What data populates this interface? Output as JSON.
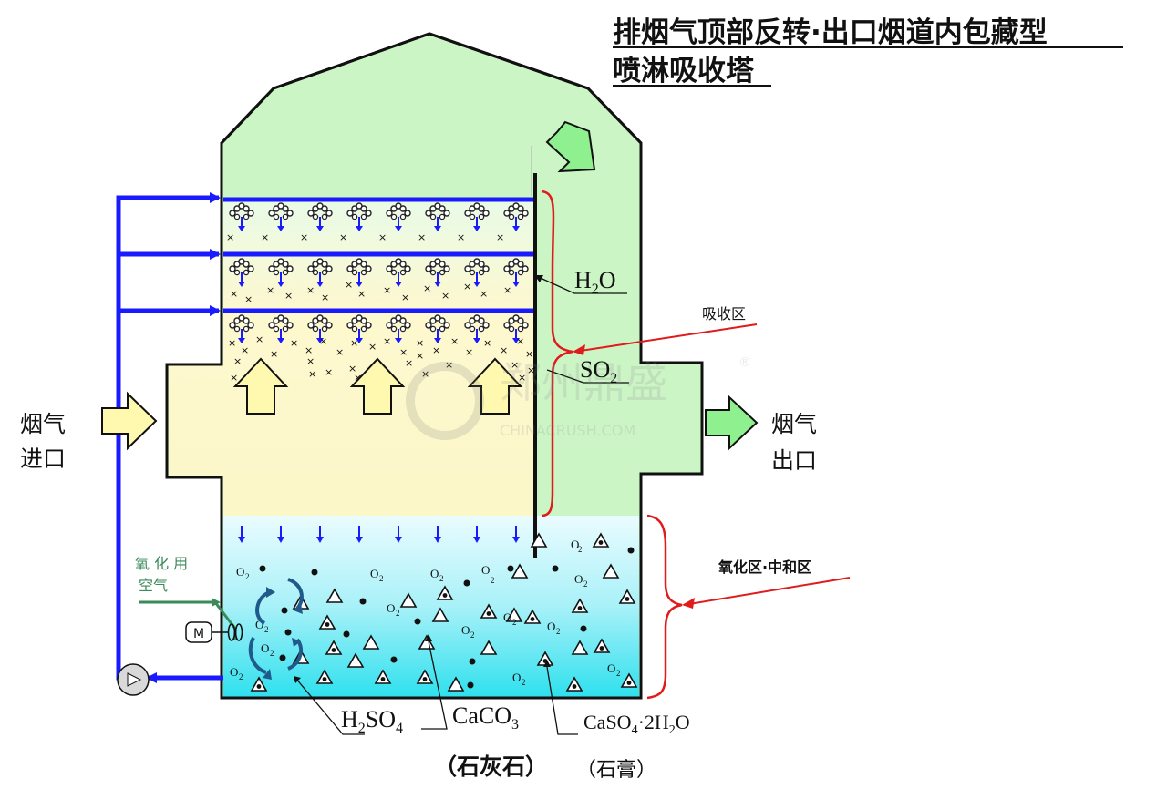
{
  "title": {
    "line1": "排烟气顶部反转·出口烟道内包藏型",
    "line2": "喷淋吸收塔"
  },
  "labels": {
    "inlet_line1": "烟气",
    "inlet_line2": "进口",
    "outlet_line1": "烟气",
    "outlet_line2": "出口",
    "absorption_zone": "吸收区",
    "oxidation_zone": "氧化区·中和区",
    "air_line1": "氧 化 用",
    "air_line2": "空气",
    "motor": "M",
    "h2o": "H",
    "h2o_sub": "2",
    "h2o_tail": "O",
    "so2": "SO",
    "so2_sub": "2",
    "h2so4_a": "H",
    "h2so4_sub1": "2",
    "h2so4_b": "SO",
    "h2so4_sub2": "4",
    "caco3_a": "CaCO",
    "caco3_sub": "3",
    "caso4_a": "CaSO",
    "caso4_sub1": "4",
    "caso4_b": "·2H",
    "caso4_sub2": "2",
    "caso4_c": "O",
    "limestone": "（石灰石）",
    "gypsum": "（石膏）",
    "o2_symbol": "O",
    "o2_sub": "2",
    "watermark_cn": "郑州鼎盛",
    "watermark_en": "CHINACRUSH.COM",
    "watermark_reg": "®"
  },
  "colors": {
    "tower_green": "#ccf5c6",
    "absorb_yellow": "#fcf7cc",
    "slurry_top": "#e6fbff",
    "slurry_bottom": "#33e2f0",
    "pipe_blue": "#1a1aff",
    "bracket_red": "#e01b1b",
    "air_green": "#3a8a5a",
    "arrow_yellow": "#fff9b0",
    "arrow_green": "#8ff08f",
    "swirl_blue": "#1f5a8a"
  }
}
